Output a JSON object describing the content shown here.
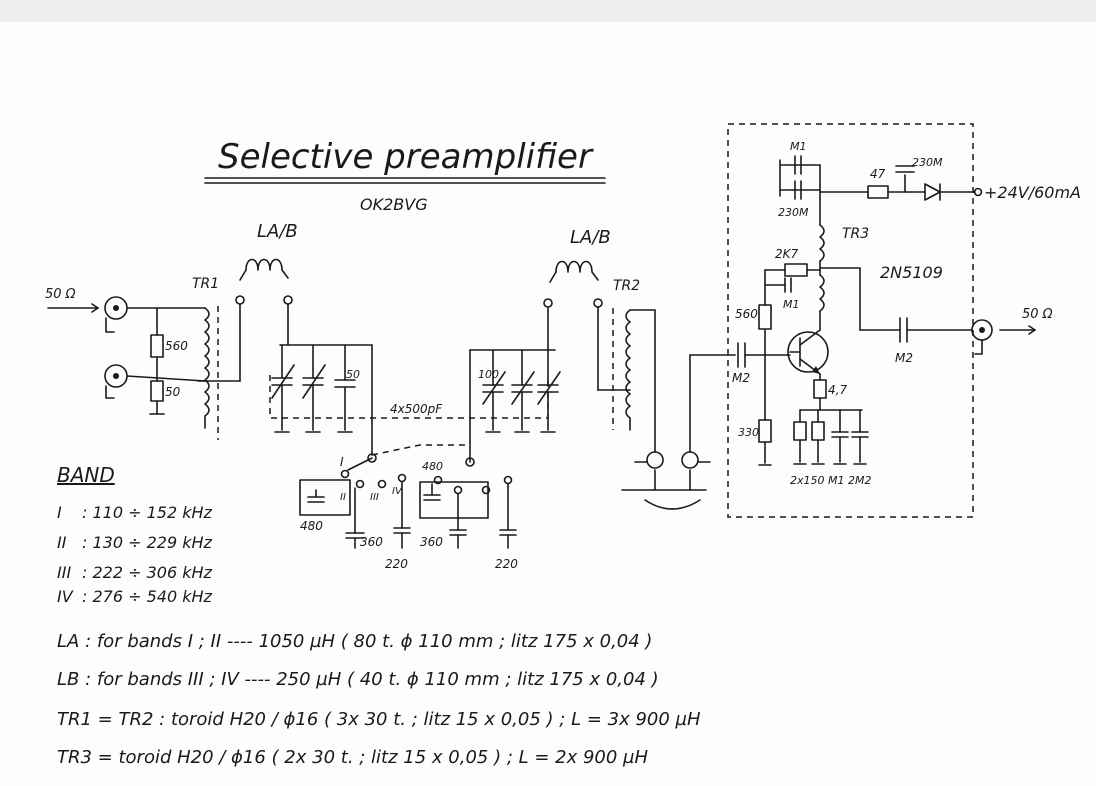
{
  "title": "Selective preamplifier",
  "author": "OK2BVG",
  "labels": {
    "input_impedance": "50 Ω",
    "output_impedance": "50 Ω",
    "l_ab_1": "LA/B",
    "l_ab_2": "LA/B",
    "tr1": "TR1",
    "tr2": "TR2",
    "tr3": "TR3",
    "transistor": "2N5109",
    "r560_in": "560",
    "r50_in": "50",
    "cap_50": "50",
    "cap_100": "100",
    "gang_cap": "4x500pF",
    "r560_bias": "560",
    "r2k7": "2K7",
    "cap_m1_fb": "M1",
    "cap_m1_top": "M1",
    "cap_230m_top": "230M",
    "cap_230m_diode": "230M",
    "r47_supply": "47",
    "r4_7_emitter": "4,7",
    "cap_m2_in": "M2",
    "cap_m2_out": "M2",
    "r330": "330",
    "emitter_parts": "2x150  M1  2M2",
    "supply": "+24V/60mA",
    "sw_pos": [
      "I",
      "II",
      "III",
      "IV"
    ],
    "sw_pos_b": "480",
    "cap_480": "480",
    "cap_360_a": "360",
    "cap_360_b": "360",
    "cap_220_a": "220",
    "cap_220_b": "220"
  },
  "bands": {
    "heading": "BAND",
    "rows": [
      {
        "band": "I",
        "range": ": 110 ÷ 152 kHz"
      },
      {
        "band": "II",
        "range": ": 130 ÷ 229 kHz"
      },
      {
        "band": "III",
        "range": ": 222 ÷ 306 kHz"
      },
      {
        "band": "IV",
        "range": ": 276 ÷ 540 kHz"
      }
    ]
  },
  "notes": [
    "LA : for bands I ; II  ----  1050 µH ( 80 t.  ϕ 110 mm ; litz 175 x 0,04 )",
    "LB : for bands III ; IV  ----  250 µH ( 40 t.  ϕ 110 mm ; litz 175 x 0,04 )",
    "TR1 = TR2 :  toroid  H20 / ϕ16  ( 3x 30 t. ; litz 15 x 0,05 ) ;  L = 3x 900 µH",
    "TR3 =  toroid  H20 / ϕ16  ( 2x 30 t. ;  litz  15 x 0,05 ) ;  L = 2x 900 µH"
  ]
}
